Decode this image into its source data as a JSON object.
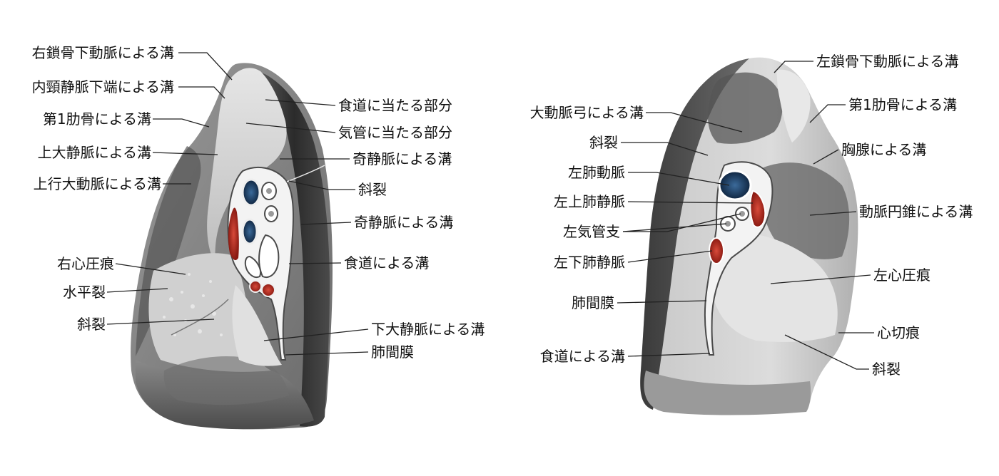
{
  "right_lung": {
    "labels": [
      {
        "id": "r-subclavian-groove",
        "text": "右鎖骨下動脈による溝"
      },
      {
        "id": "r-jugular-groove",
        "text": "内頸静脈下端による溝"
      },
      {
        "id": "r-first-rib-groove",
        "text": "第1肋骨による溝"
      },
      {
        "id": "r-svc-groove",
        "text": "上大静脈による溝"
      },
      {
        "id": "r-asc-aorta-groove",
        "text": "上行大動脈による溝"
      },
      {
        "id": "r-cardiac-impression",
        "text": "右心圧痕"
      },
      {
        "id": "r-horizontal-fissure",
        "text": "水平裂"
      },
      {
        "id": "r-oblique-fissure-lower",
        "text": "斜裂"
      },
      {
        "id": "r-esophagus-part",
        "text": "食道に当たる部分"
      },
      {
        "id": "r-trachea-part",
        "text": "気管に当たる部分"
      },
      {
        "id": "r-azygos-groove-upper",
        "text": "奇静脈による溝"
      },
      {
        "id": "r-oblique-fissure-upper",
        "text": "斜裂"
      },
      {
        "id": "r-azygos-groove-lower",
        "text": "奇静脈による溝"
      },
      {
        "id": "r-esophageal-groove",
        "text": "食道による溝"
      },
      {
        "id": "r-ivc-groove",
        "text": "下大静脈による溝"
      },
      {
        "id": "r-pulmonary-ligament",
        "text": "肺間膜"
      }
    ]
  },
  "left_lung": {
    "labels": [
      {
        "id": "l-subclavian-groove",
        "text": "左鎖骨下動脈による溝"
      },
      {
        "id": "l-first-rib-groove",
        "text": "第1肋骨による溝"
      },
      {
        "id": "l-thymus-groove",
        "text": "胸腺による溝"
      },
      {
        "id": "l-conus-groove",
        "text": "動脈円錐による溝"
      },
      {
        "id": "l-cardiac-impression",
        "text": "左心圧痕"
      },
      {
        "id": "l-cardiac-notch",
        "text": "心切痕"
      },
      {
        "id": "l-oblique-fissure-lower",
        "text": "斜裂"
      },
      {
        "id": "l-aortic-arch-groove",
        "text": "大動脈弓による溝"
      },
      {
        "id": "l-oblique-fissure-upper",
        "text": "斜裂"
      },
      {
        "id": "l-pulmonary-artery",
        "text": "左肺動脈"
      },
      {
        "id": "l-sup-pulmonary-vein",
        "text": "左上肺静脈"
      },
      {
        "id": "l-bronchus",
        "text": "左気管支"
      },
      {
        "id": "l-inf-pulmonary-vein",
        "text": "左下肺静脈"
      },
      {
        "id": "l-pulmonary-ligament",
        "text": "肺間膜"
      },
      {
        "id": "l-esophageal-groove",
        "text": "食道による溝"
      }
    ]
  },
  "colors": {
    "artery_blue": "#1a3f6b",
    "vein_red": "#b3261e",
    "lung_dark": "#2f2f2f",
    "lung_mid": "#8c8c8c",
    "lung_light": "#d9d9d9"
  }
}
